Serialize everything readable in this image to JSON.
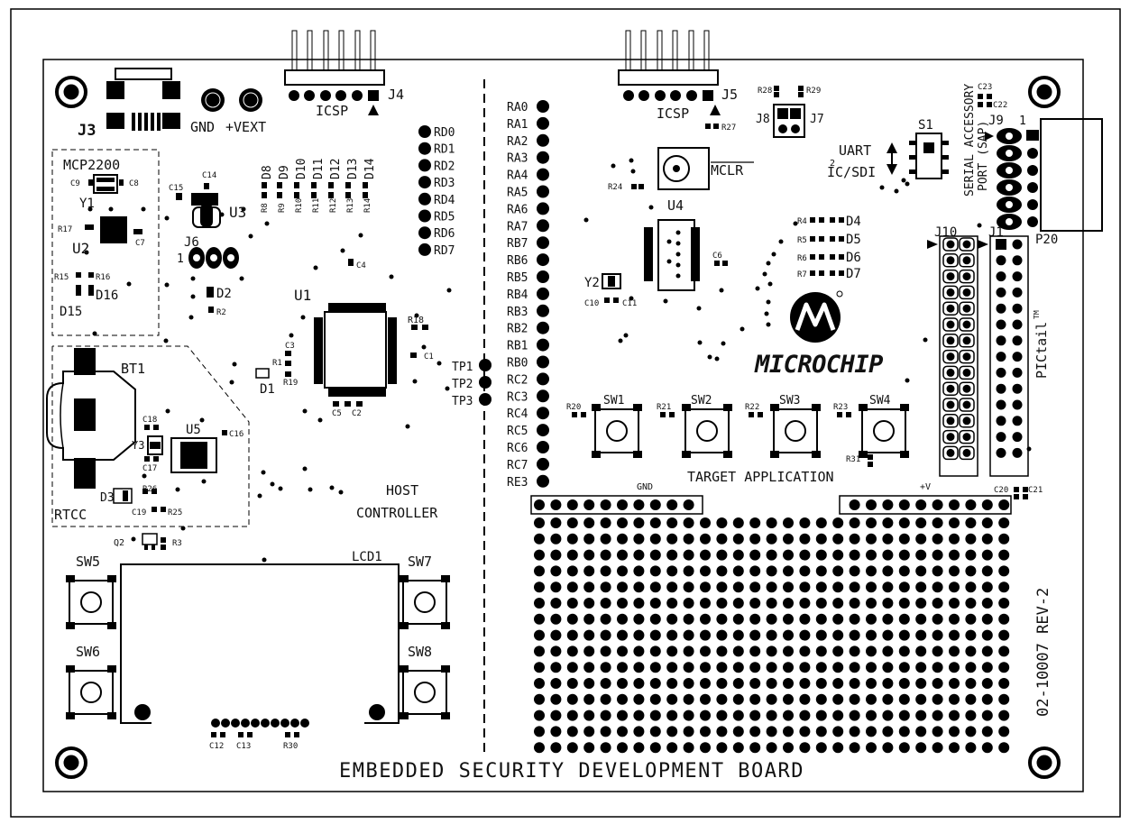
{
  "board": {
    "title": "EMBEDDED SECURITY DEVELOPMENT BOARD",
    "revision": "02-10007 REV-2",
    "host_label_1": "HOST",
    "host_label_2": "CONTROLLER",
    "target_label": "TARGET APPLICATION",
    "logo": "MICROCHIP"
  },
  "left": {
    "j3": "J3",
    "gnd": "GND",
    "vext": "+VEXT",
    "mcp": "MCP2200",
    "y1": "Y1",
    "u2": "U2",
    "u3": "U3",
    "j6": "J6",
    "j6_pin": "1",
    "d2": "D2",
    "r2": "R2",
    "c15": "C15",
    "c14": "C14",
    "c9": "C9",
    "c8": "C8",
    "c7": "C7",
    "r17": "R17",
    "r15": "R15",
    "r16": "R16",
    "d15": "D15",
    "d16": "D16",
    "bt1": "BT1",
    "c18": "C18",
    "y3": "Y3",
    "c17": "C17",
    "u5": "U5",
    "c16": "C16",
    "d3": "D3",
    "r26": "R26",
    "c19": "C19",
    "r25": "R25",
    "rtcc": "RTCC",
    "q2": "Q2",
    "r3": "R3",
    "lcd1": "LCD1",
    "sw5": "SW5",
    "sw6": "SW6",
    "sw7": "SW7",
    "sw8": "SW8",
    "c12": "C12",
    "c13": "C13",
    "r30": "R30",
    "j4": "J4",
    "icsp": "ICSP",
    "u1": "U1",
    "c4": "C4",
    "r18": "R18",
    "c1": "C1",
    "c3": "C3",
    "r1": "R1",
    "r19": "R19",
    "d1": "D1",
    "c5": "C5",
    "c2": "C2",
    "tp1": "TP1",
    "tp2": "TP2",
    "tp3": "TP3",
    "d_labels": [
      "D8",
      "D9",
      "D10",
      "D11",
      "D12",
      "D13",
      "D14"
    ],
    "r_labels": [
      "R8",
      "R9",
      "R10",
      "R11",
      "R12",
      "R13",
      "R14"
    ],
    "rd_pins": [
      "RD0",
      "RD1",
      "RD2",
      "RD3",
      "RD4",
      "RD5",
      "RD6",
      "RD7"
    ]
  },
  "mid": {
    "pins": [
      "RA0",
      "RA1",
      "RA2",
      "RA3",
      "RA4",
      "RA5",
      "RA6",
      "RA7",
      "RB7",
      "RB6",
      "RB5",
      "RB4",
      "RB3",
      "RB2",
      "RB1",
      "RB0",
      "RC2",
      "RC3",
      "RC4",
      "RC5",
      "RC6",
      "RC7",
      "RE3"
    ]
  },
  "right": {
    "j5": "J5",
    "icsp": "ICSP",
    "r27": "R27",
    "r28": "R28",
    "r29": "R29",
    "j8": "J8",
    "j7": "J7",
    "mclr": "MCLR",
    "r24": "R24",
    "u4": "U4",
    "c6": "C6",
    "y2": "Y2",
    "c10": "C10",
    "c11": "C11",
    "r4": "R4",
    "r5": "R5",
    "r6": "R6",
    "r7": "R7",
    "d4": "D4",
    "d5": "D5",
    "d6": "D6",
    "d7": "D7",
    "uart": "UART",
    "sup2": "2",
    "ic_sdi": "IC/SDI",
    "s1": "S1",
    "c23": "C23",
    "c22": "C22",
    "j9": "J9",
    "j9_pin": "1",
    "sap_1": "SERIAL ACCESSORY",
    "sap_2": "PORT (SAP)",
    "p20": "P20",
    "j10": "J10",
    "j1": "J1",
    "pictail": "PICtail",
    "tm": "TM",
    "sw1": "SW1",
    "sw2": "SW2",
    "sw3": "SW3",
    "sw4": "SW4",
    "r20": "R20",
    "r21": "R21",
    "r22": "R22",
    "r23": "R23",
    "r31": "R31",
    "gnd": "GND",
    "vplus": "+V",
    "c20": "C20",
    "c21": "C21"
  }
}
